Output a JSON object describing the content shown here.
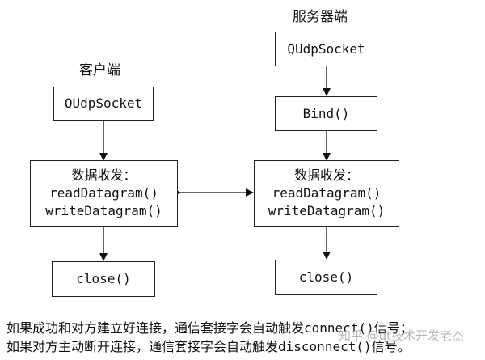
{
  "labels": {
    "server": "服务器端",
    "client": "客户端"
  },
  "client": {
    "socket": "QUdpSocket",
    "data_title": "数据收发：",
    "read": "readDatagram()",
    "write": "writeDatagram()",
    "close": "close()"
  },
  "server": {
    "socket": "QUdpSocket",
    "bind": "Bind()",
    "data_title": "数据收发：",
    "read": "readDatagram()",
    "write": "writeDatagram()",
    "close": "close()"
  },
  "notes": {
    "line1_prefix": "如果成功和对方建立好连接，通信套接字会自动触发",
    "line1_signal": "connect()",
    "line1_suffix": "信号；",
    "line2_prefix": "如果对方主动断开连接，通信套接字会自动触发",
    "line2_signal": "disconnect()",
    "line2_suffix": "信号。"
  },
  "watermark": "知乎 @qt技术开发老杰"
}
